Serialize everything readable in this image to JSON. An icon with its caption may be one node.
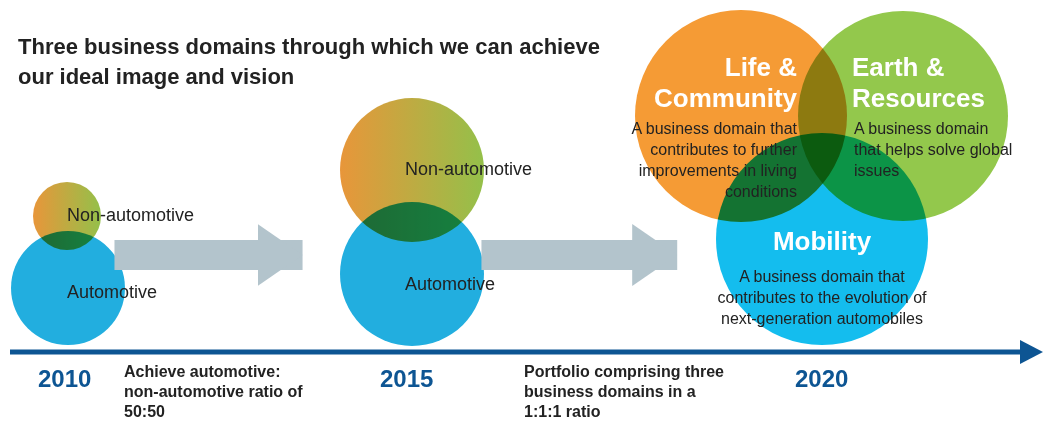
{
  "diagram": {
    "title": "Three business domains through which we can achieve our ideal image and vision",
    "nodes": [
      {
        "text": [
          "Non-automotive"
        ]
      },
      {
        "text": [
          "Automotive"
        ]
      },
      {
        "text": [
          "Non-automotive"
        ]
      },
      {
        "text": [
          "Automotive"
        ]
      },
      {
        "text": [
          "Life & Community",
          "A business domain that contributes to further improvements in living conditions"
        ]
      },
      {
        "text": [
          "Earth & Resources",
          "A business domain that helps solve global issues"
        ]
      },
      {
        "text": [
          "Mobility",
          "A business domain that contributes to the evolution of next-generation automobiles"
        ]
      }
    ],
    "edges": [
      {
        "from": 1,
        "to": 3,
        "arrow": "to"
      },
      {
        "from": 3,
        "to": 6,
        "arrow": "to"
      }
    ],
    "labels": [
      "2010",
      "Achieve automotive: non-automotive ratio of 50:50",
      "2015",
      "Portfolio comprising three business domains in a 1:1:1 ratio",
      "2020"
    ]
  }
}
